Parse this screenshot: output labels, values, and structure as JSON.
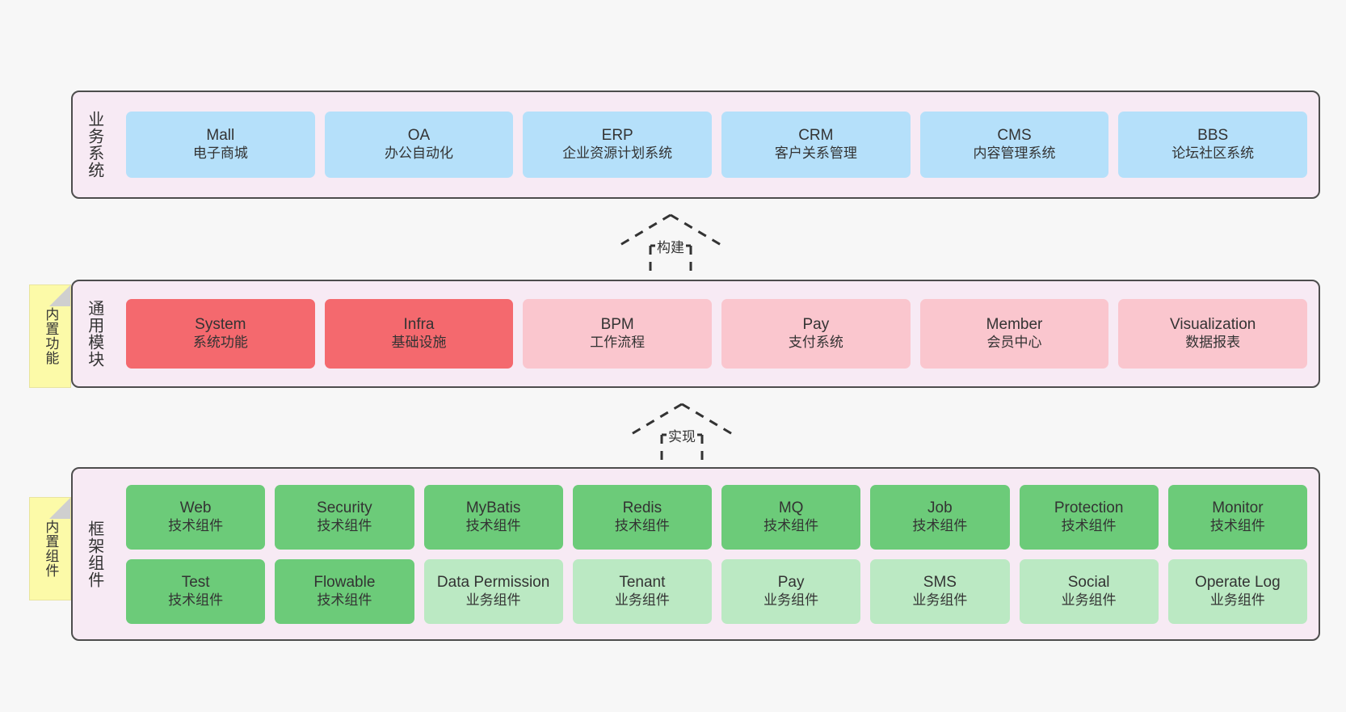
{
  "diagram": {
    "background_color": "#f7f7f7",
    "section_bg": "#f7eaf4",
    "section_border": "#4d4d4d"
  },
  "sections": [
    {
      "id": "business-systems",
      "title": "业务系统",
      "note": null,
      "rows": [
        {
          "cards": [
            {
              "en": "Mall",
              "cn": "电子商城",
              "color": "#b5e0fa",
              "kind": "biz"
            },
            {
              "en": "OA",
              "cn": "办公自动化",
              "color": "#b5e0fa",
              "kind": "biz"
            },
            {
              "en": "ERP",
              "cn": "企业资源计划系统",
              "color": "#b5e0fa",
              "kind": "biz"
            },
            {
              "en": "CRM",
              "cn": "客户关系管理",
              "color": "#b5e0fa",
              "kind": "biz"
            },
            {
              "en": "CMS",
              "cn": "内容管理系统",
              "color": "#b5e0fa",
              "kind": "biz"
            },
            {
              "en": "BBS",
              "cn": "论坛社区系统",
              "color": "#b5e0fa",
              "kind": "biz"
            }
          ]
        }
      ]
    },
    {
      "id": "common-modules",
      "title": "通用模块",
      "note": "内置功能",
      "rows": [
        {
          "cards": [
            {
              "en": "System",
              "cn": "系统功能",
              "color": "#f4696e",
              "kind": "core"
            },
            {
              "en": "Infra",
              "cn": "基础设施",
              "color": "#f4696e",
              "kind": "core"
            },
            {
              "en": "BPM",
              "cn": "工作流程",
              "color": "#fac6ce",
              "kind": "mod"
            },
            {
              "en": "Pay",
              "cn": "支付系统",
              "color": "#fac6ce",
              "kind": "mod"
            },
            {
              "en": "Member",
              "cn": "会员中心",
              "color": "#fac6ce",
              "kind": "mod"
            },
            {
              "en": "Visualization",
              "cn": "数据报表",
              "color": "#fac6ce",
              "kind": "mod"
            }
          ]
        }
      ]
    },
    {
      "id": "framework-components",
      "title": "框架组件",
      "note": "内置组件",
      "rows": [
        {
          "cards": [
            {
              "en": "Web",
              "cn": "技术组件",
              "color": "#6ccb79",
              "kind": "tech"
            },
            {
              "en": "Security",
              "cn": "技术组件",
              "color": "#6ccb79",
              "kind": "tech"
            },
            {
              "en": "MyBatis",
              "cn": "技术组件",
              "color": "#6ccb79",
              "kind": "tech"
            },
            {
              "en": "Redis",
              "cn": "技术组件",
              "color": "#6ccb79",
              "kind": "tech"
            },
            {
              "en": "MQ",
              "cn": "技术组件",
              "color": "#6ccb79",
              "kind": "tech"
            },
            {
              "en": "Job",
              "cn": "技术组件",
              "color": "#6ccb79",
              "kind": "tech"
            },
            {
              "en": "Protection",
              "cn": "技术组件",
              "color": "#6ccb79",
              "kind": "tech"
            },
            {
              "en": "Monitor",
              "cn": "技术组件",
              "color": "#6ccb79",
              "kind": "tech"
            }
          ]
        },
        {
          "cards": [
            {
              "en": "Test",
              "cn": "技术组件",
              "color": "#6ccb79",
              "kind": "tech"
            },
            {
              "en": "Flowable",
              "cn": "技术组件",
              "color": "#6ccb79",
              "kind": "tech"
            },
            {
              "en": "Data Permission",
              "cn": "业务组件",
              "color": "#bbe9c3",
              "kind": "busc"
            },
            {
              "en": "Tenant",
              "cn": "业务组件",
              "color": "#bbe9c3",
              "kind": "busc"
            },
            {
              "en": "Pay",
              "cn": "业务组件",
              "color": "#bbe9c3",
              "kind": "busc"
            },
            {
              "en": "SMS",
              "cn": "业务组件",
              "color": "#bbe9c3",
              "kind": "busc"
            },
            {
              "en": "Social",
              "cn": "业务组件",
              "color": "#bbe9c3",
              "kind": "busc"
            },
            {
              "en": "Operate Log",
              "cn": "业务组件",
              "color": "#bbe9c3",
              "kind": "busc"
            }
          ]
        }
      ]
    }
  ],
  "connectors": [
    {
      "id": "build",
      "label": "构建",
      "style": "dashed-hollow-arrow-up"
    },
    {
      "id": "implement",
      "label": "实现",
      "style": "dashed-hollow-arrow-up"
    }
  ]
}
